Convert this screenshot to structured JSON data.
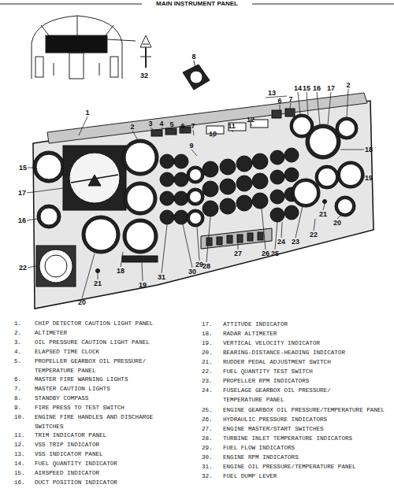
{
  "diagram": {
    "title": "MAIN INSTRUMENT PANEL",
    "labels": [
      "32",
      "8",
      "1",
      "2",
      "3",
      "4",
      "5",
      "6",
      "7",
      "9",
      "10",
      "11",
      "12",
      "13",
      "6",
      "7",
      "14",
      "15",
      "16",
      "17",
      "2",
      "18",
      "19",
      "15",
      "17",
      "16",
      "22",
      "20",
      "21",
      "22",
      "23",
      "24",
      "25",
      "26",
      "27",
      "28",
      "29",
      "30",
      "31",
      "19",
      "18",
      "20",
      "21",
      "1.",
      "CHIP DETECTOR CAUTION LIGHT PANEL",
      "2.",
      "ALTIMETER",
      "3.",
      "OIL PRESSURE CAUTION LIGHT PANEL",
      "4.",
      "ELAPSED TIME CLOCK",
      "5.",
      "PROPELLER GEARBOX OIL PRESSURE/ TEMPERATURE PANEL",
      "6.",
      "MASTER FIRE WARNING LIGHTS",
      "7.",
      "MASTER CAUTION LIGHTS",
      "8.",
      "STANDBY COMPASS",
      "9.",
      "FIRE PRESS TO TEST SWITCH",
      "10.",
      "ENGINE FIRE HANDLES AND DISCHARGE SWITCHES",
      "11.",
      "TRIM INDICATOR PANEL",
      "12.",
      "VSS TRIP INDICATOR",
      "13.",
      "VSS INDICATOR PANEL",
      "14.",
      "FUEL QUANTITY INDICATOR",
      "15.",
      "AIRSPEED INDICATOR",
      "16.",
      "DUCT POSITION INDICATOR",
      "17.",
      "ATTITUDE INDICATOR",
      "18.",
      "RADAR ALTIMETER",
      "19.",
      "VERTICAL VELOCITY INDICATOR",
      "20.",
      "BEARING-DISTANCE-HEADING INDICATOR",
      "21.",
      "RUDDER PEDAL ADJUSTMENT SWITCH",
      "22.",
      "FUEL QUANTITY TEST SWITCH",
      "23.",
      "PROPELLER RPM INDICATORS",
      "24.",
      "FUSELAGE GEARBOX OIL PRESSURE/ TEMPERATURE PANEL",
      "25.",
      "ENGINE GEARBOX OIL PRESSURE/TEMPERATURE PANEL",
      "26.",
      "HYDRAULIC PRESSURE INDICATORS",
      "27.",
      "ENGINE MASTER/START SWITCHES",
      "28.",
      "TURBINE INLET TEMPERATURE INDICATORS",
      "29.",
      "FUEL FLOW INDICATORS",
      "30.",
      "ENGINE RPM INDICATORS",
      "31.",
      "ENGINE OIL PRESSURE/TEMPERATURE PANEL",
      "32.",
      "FUEL DUMP LEVER"
    ]
  }
}
